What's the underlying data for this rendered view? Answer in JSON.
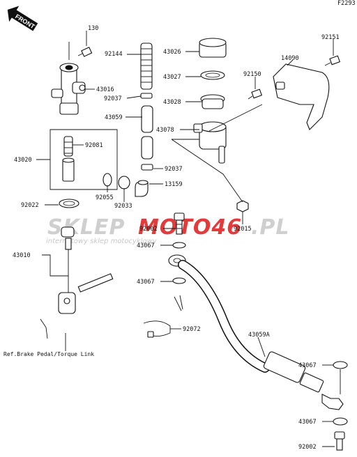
{
  "figure_code": "F2293",
  "direction": "FRONT",
  "watermark": {
    "left": "SKLEP",
    "red": "MOTO46",
    "right": ".PL",
    "subtitle": "internetowy sklep motocyklowy",
    "accent_color": "#e33b3b",
    "gray_color": "#cfcfcf"
  },
  "part_labels": [
    "130",
    "92144",
    "43026",
    "92151",
    "14090",
    "43027",
    "92150",
    "43016",
    "92037",
    "43028",
    "43059",
    "43078",
    "43020",
    "92081",
    "92037",
    "13159",
    "92055",
    "92033",
    "92022",
    "92015",
    "92002",
    "43067",
    "43010",
    "43067",
    "92072",
    "43059A",
    "43067",
    "43067",
    "92002"
  ],
  "reference_note": "Ref.Brake Pedal/Torque Link"
}
